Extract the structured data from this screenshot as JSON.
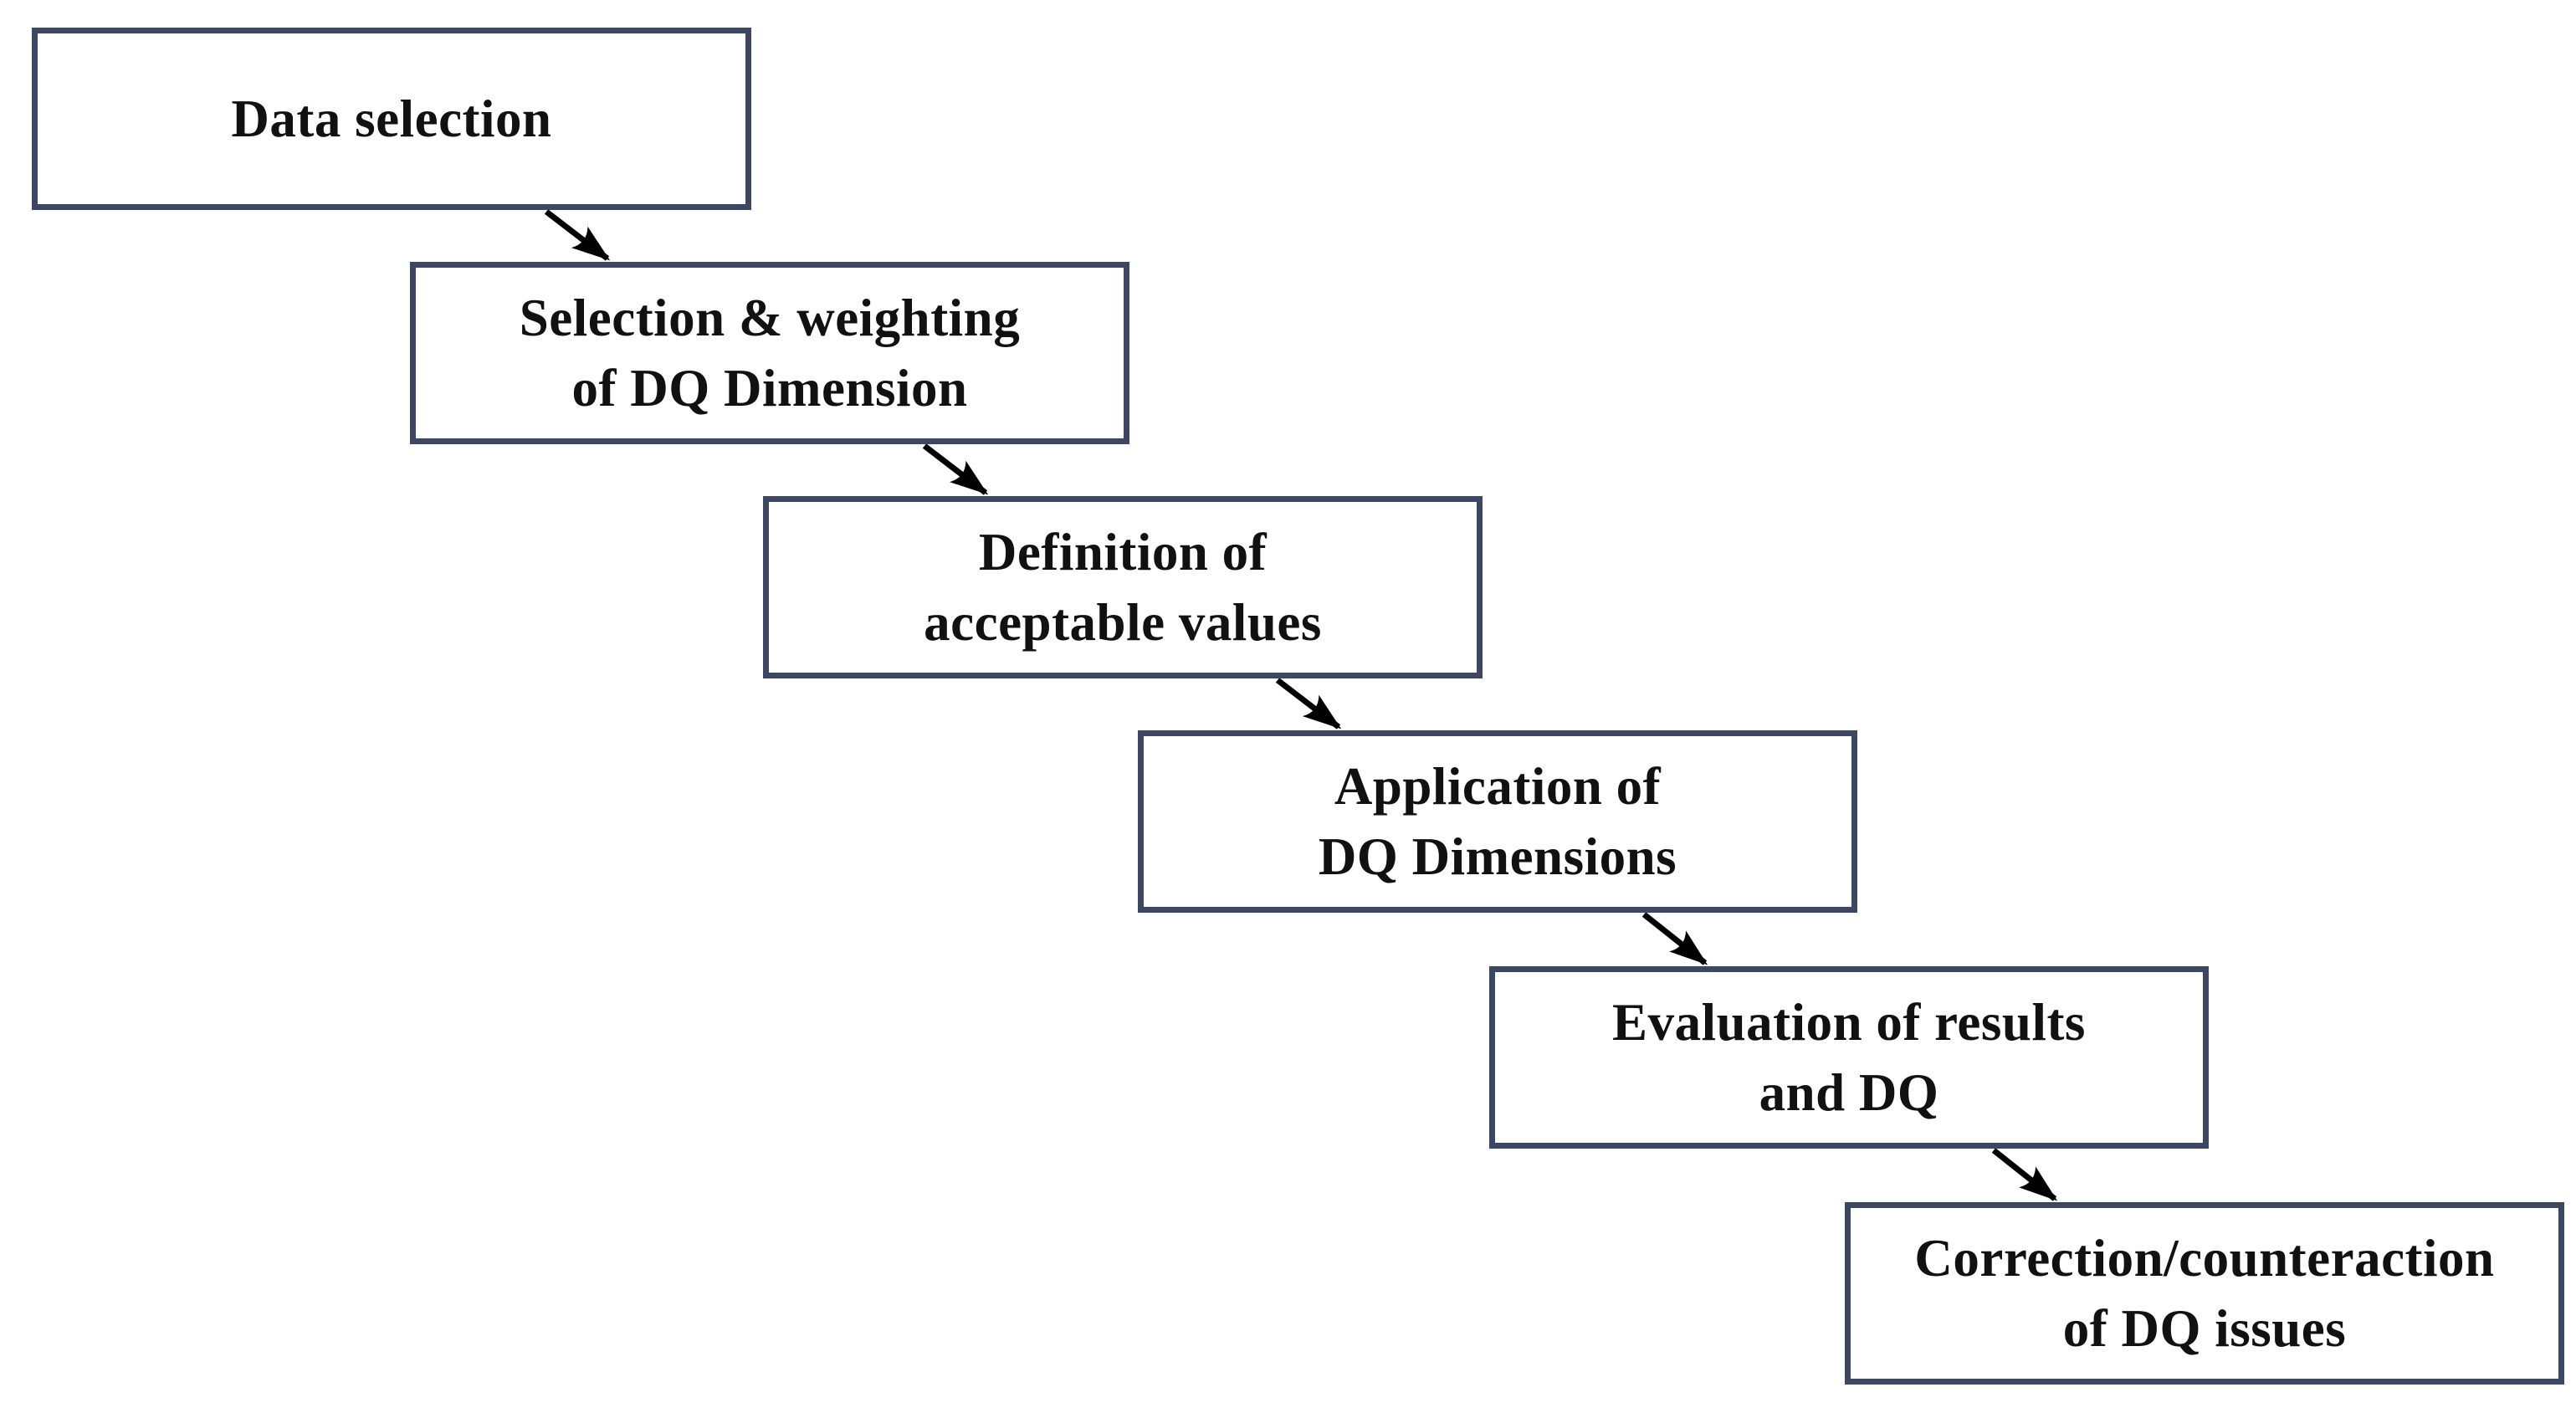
{
  "diagram": {
    "type": "flowchart",
    "background_color": "#ffffff",
    "box_border_color": "#3b4763",
    "box_fill_color": "#ffffff",
    "text_color": "#111111",
    "arrow_color": "#000000",
    "boxes": [
      {
        "name": "data-selection",
        "lines": [
          "Data selection",
          ""
        ]
      },
      {
        "name": "selection-weighting-of-dq-dimension",
        "lines": [
          "Selection & weighting",
          "of DQ Dimension"
        ]
      },
      {
        "name": "definition-of-acceptable-values",
        "lines": [
          "Definition of",
          "acceptable values"
        ]
      },
      {
        "name": "application-of-dq-dimensions",
        "lines": [
          "Application of",
          "DQ Dimensions"
        ]
      },
      {
        "name": "evaluation-of-results-and-dq",
        "lines": [
          "Evaluation of results",
          "and DQ"
        ]
      },
      {
        "name": "correction-counteraction-of-dq-issues",
        "lines": [
          "Correction/counteraction",
          "of DQ issues"
        ]
      }
    ],
    "connections": [
      {
        "from": "data-selection",
        "to": "selection-weighting-of-dq-dimension"
      },
      {
        "from": "selection-weighting-of-dq-dimension",
        "to": "definition-of-acceptable-values"
      },
      {
        "from": "definition-of-acceptable-values",
        "to": "application-of-dq-dimensions"
      },
      {
        "from": "application-of-dq-dimensions",
        "to": "evaluation-of-results-and-dq"
      },
      {
        "from": "evaluation-of-results-and-dq",
        "to": "correction-counteraction-of-dq-issues"
      }
    ]
  }
}
